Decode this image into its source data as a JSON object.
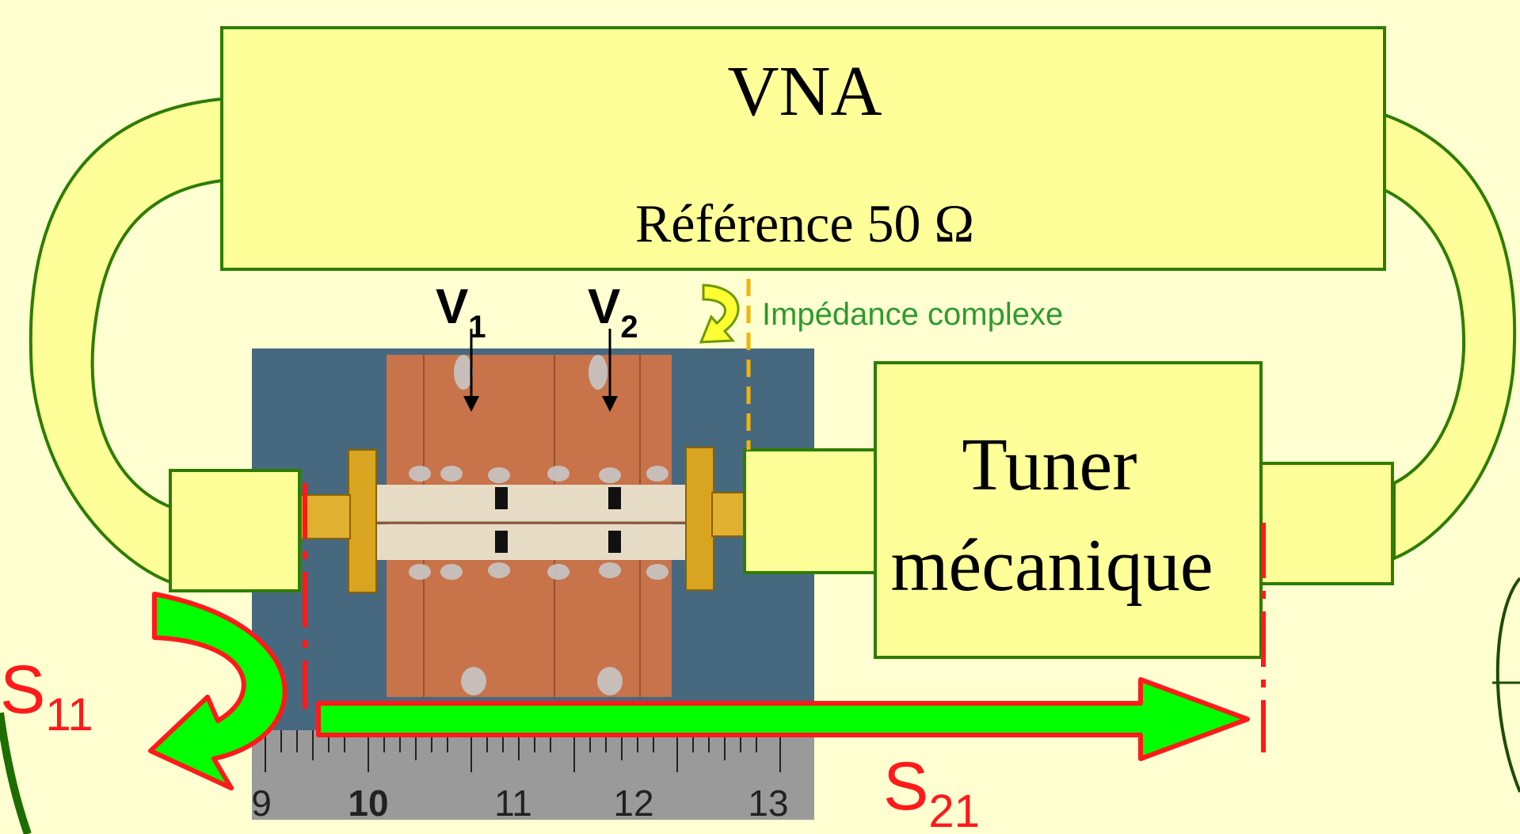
{
  "vna": {
    "title": "VNA",
    "reference": "Référence 50 Ω"
  },
  "tuner": {
    "line1": "Tuner",
    "line2": "mécanique"
  },
  "labels": {
    "v1": "V",
    "v1_sub": "1",
    "v2": "V",
    "v2_sub": "2",
    "impedance": "Impédance complexe",
    "s11": "S",
    "s11_sub": "11",
    "s21": "S",
    "s21_sub": "21"
  },
  "ruler": {
    "ticks": [
      "9",
      "10",
      "11",
      "12",
      "13"
    ]
  },
  "colors": {
    "background": "#ffffd2",
    "box_fill": "#ffff99",
    "box_stroke": "#2e7d00",
    "cable_fill": "#ffff99",
    "arrow_fill": "#00ff00",
    "arrow_stroke": "#ff1a1a",
    "text_red": "#ff1a1a",
    "text_green": "#2e9a2e",
    "dash_orange": "#f5b400",
    "photo_bg": "#4d6f86",
    "pcb": "#c8734a",
    "gold": "#d9a520"
  }
}
